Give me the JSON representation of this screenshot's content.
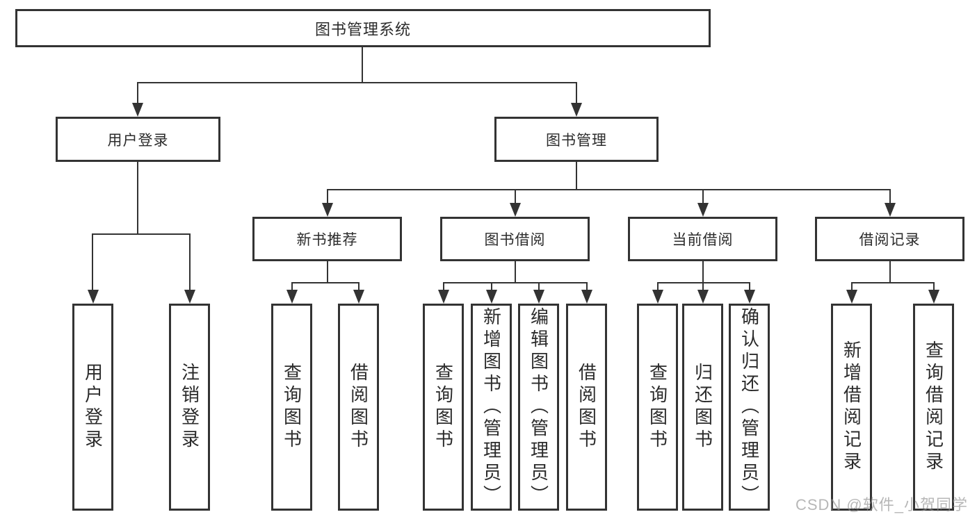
{
  "diagram": {
    "root": {
      "label": "图书管理系统"
    },
    "branches": {
      "user_login": {
        "label": "用户登录",
        "children": [
          "用户登录",
          "注销登录"
        ]
      },
      "book_management": {
        "label": "图书管理",
        "sections": {
          "new_book_recommend": {
            "label": "新书推荐",
            "children": [
              "查询图书",
              "借阅图书"
            ]
          },
          "book_borrow": {
            "label": "图书借阅",
            "children": [
              "查询图书",
              "新增图书（管理员）",
              "编辑图书（管理员）",
              "借阅图书"
            ]
          },
          "current_borrow": {
            "label": "当前借阅",
            "children": [
              "查询图书",
              "归还图书",
              "确认归还（管理员）"
            ]
          },
          "borrow_records": {
            "label": "借阅记录",
            "children": [
              "新增借阅记录",
              "查询借阅记录"
            ]
          }
        }
      }
    }
  },
  "watermark": {
    "text": "CSDN @软件_小贺同学",
    "color": "#b4b4b4"
  },
  "colors": {
    "line": "#333333",
    "border": "#333333",
    "text": "#2b2b2b",
    "background": "#ffffff"
  }
}
